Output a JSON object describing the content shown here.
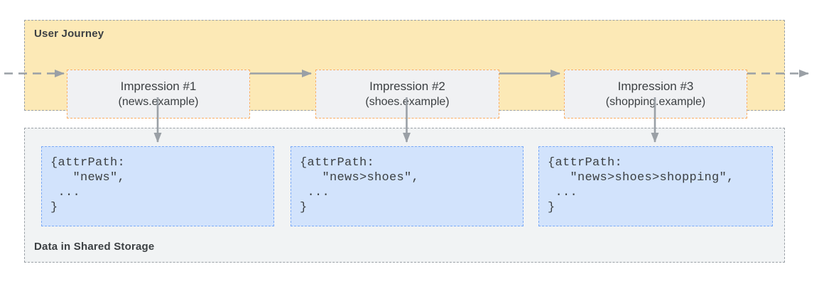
{
  "journey": {
    "label": "User Journey",
    "impressions": [
      {
        "title": "Impression #1",
        "subtitle": "(news.example)"
      },
      {
        "title": "Impression #2",
        "subtitle": "(shoes.example)"
      },
      {
        "title": "Impression #3",
        "subtitle": "(shopping.example)"
      }
    ]
  },
  "storage": {
    "label": "Data in Shared Storage",
    "entries": [
      {
        "code": "{attrPath:\n   \"news\",\n ...\n}"
      },
      {
        "code": "{attrPath:\n   \"news>shoes\",\n ...\n}"
      },
      {
        "code": "{attrPath:\n   \"news>shoes>shopping\",\n ...\n}"
      }
    ]
  },
  "colors": {
    "journey_bg": "#FCE9B6",
    "journey_border": "#9AA0A6",
    "impression_bg": "#F0F1F3",
    "impression_border": "#FAAD63",
    "storage_bg": "#F1F3F4",
    "storage_border": "#9AA0A6",
    "entry_bg": "#D2E3FC",
    "entry_border": "#7BAAF7",
    "arrow": "#9AA0A6",
    "text": "#3C4043"
  }
}
